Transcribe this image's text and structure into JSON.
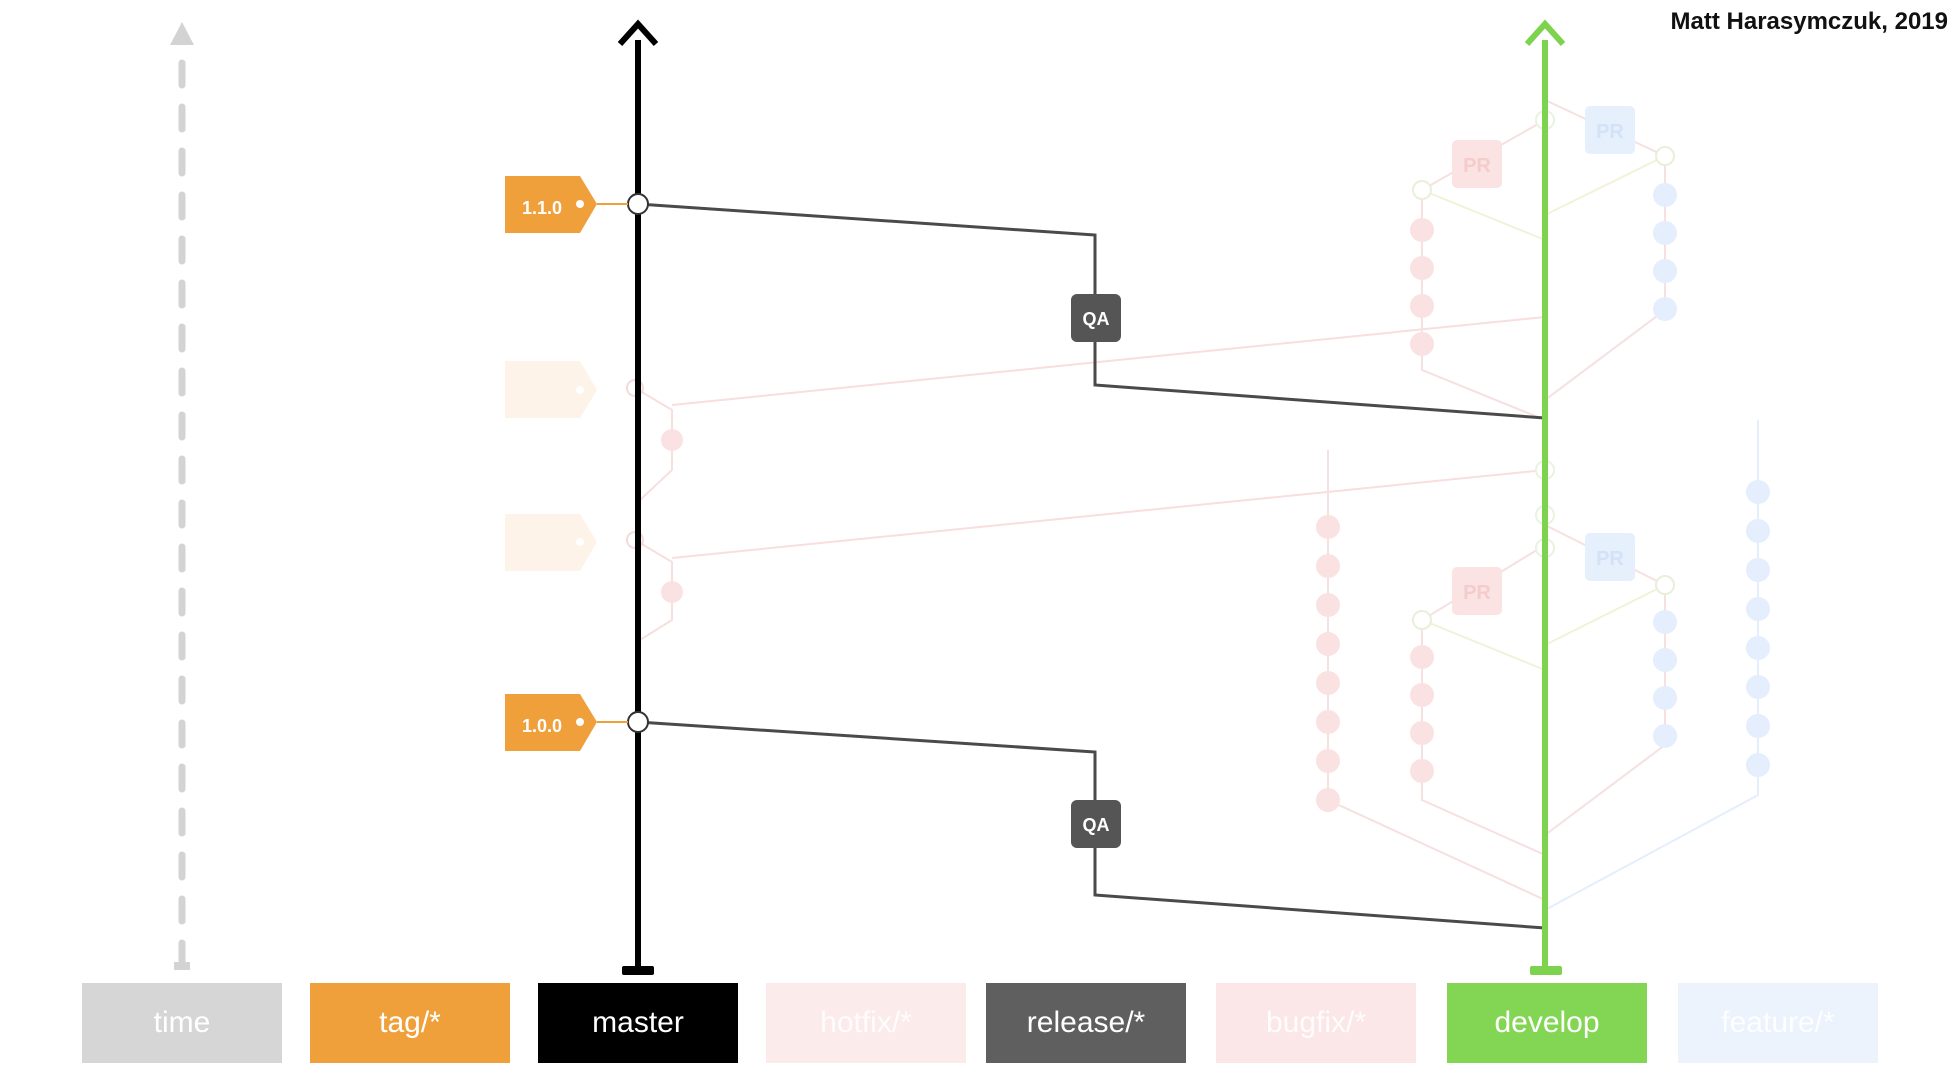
{
  "author": "Matt Harasymczuk, 2019",
  "tags": [
    "1.1.0",
    "1.0.0"
  ],
  "qa_label": "QA",
  "pr_label": "PR",
  "legend": [
    {
      "label": "time",
      "color": "#d6d6d6"
    },
    {
      "label": "tag/*",
      "color": "#f0a03a"
    },
    {
      "label": "master",
      "color": "#000000"
    },
    {
      "label": "hotfix/*",
      "color": "#fcebeb"
    },
    {
      "label": "release/*",
      "color": "#5f5f5f"
    },
    {
      "label": "bugfix/*",
      "color": "#fbe7e7"
    },
    {
      "label": "develop",
      "color": "#83d653"
    },
    {
      "label": "feature/*",
      "color": "#ecf3fd"
    }
  ],
  "colors": {
    "master": "#000000",
    "develop": "#7dd34e",
    "tag": "#f0a03a",
    "release": "#555555",
    "hotfix_faded": "#f9d6d6",
    "feature_faded": "#d9e8fb",
    "time": "#cfcfcf"
  }
}
